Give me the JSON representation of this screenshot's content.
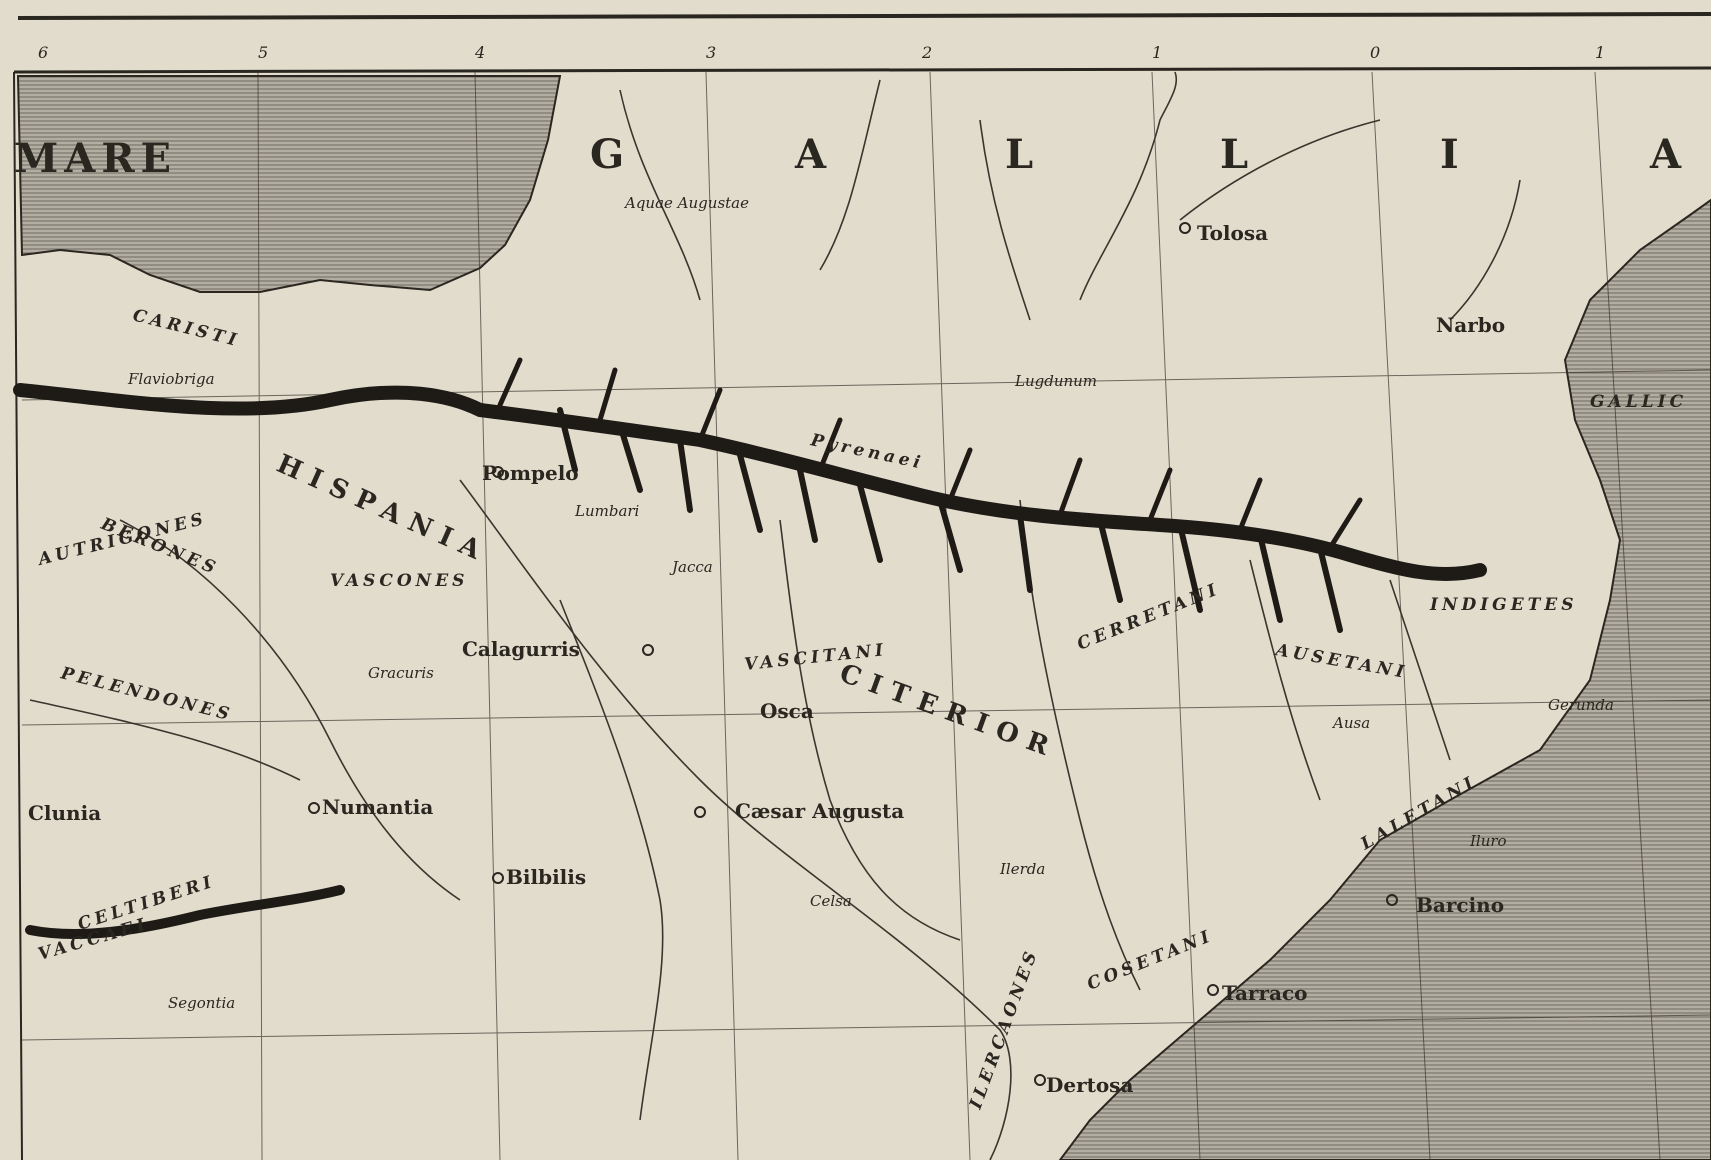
{
  "map": {
    "scale_ticks": [
      "6",
      "5",
      "4",
      "3",
      "2",
      "1",
      "0",
      "1"
    ],
    "colors": {
      "paper": "#e2dccd",
      "sea": "#9a958a",
      "ink": "#2a2620",
      "mountains": "#1e1a15"
    },
    "labels": {
      "mare": "MARE",
      "g": "G",
      "a1": "A",
      "l1": "L",
      "l2": "L",
      "i": "I",
      "a2": "A",
      "hispania": "HISPANIA",
      "citerior": "CITERIOR",
      "pyrenaei": "Pyrenaei",
      "gallic": "GALLIC",
      "tolosa": "Tolosa",
      "narbo": "Narbo",
      "pompelo": "Pompelo",
      "calagurris": "Calagurris",
      "numantia": "Numantia",
      "clunia": "Clunia",
      "bilbilis": "Bilbilis",
      "caesar_augusta": "Cæsar Augusta",
      "barcino": "Barcino",
      "tarraco": "Tarraco",
      "dertosa": "Dertosa",
      "osca": "Osca",
      "ilerda": "Ilerda",
      "jacca": "Jacca",
      "lumbari": "Lumbari",
      "vascones": "VASCONES",
      "vascitani": "VASCITANI",
      "cerretani": "CERRETANI",
      "ausetani": "AUSETANI",
      "indigetes": "INDIGETES",
      "laletani": "LALETANI",
      "ilercaones": "ILERCAONES",
      "cosetani": "COSETANI",
      "vaccaei": "VACCAEI",
      "pelendones": "PELENDONES",
      "berones": "BERONES",
      "caristi": "CARISTI",
      "autrigones": "AUTRIGONES",
      "celtiberi": "CELTIBERI",
      "aquae_augustae": "Aquae Augustae",
      "lugdunum": "Lugdunum",
      "flaviobriga": "Flaviobriga",
      "segontia": "Segontia",
      "gerunda": "Gerunda",
      "ausa": "Ausa",
      "iluro": "Iluro",
      "celsa": "Celsa",
      "gracuris": "Gracuris"
    }
  }
}
